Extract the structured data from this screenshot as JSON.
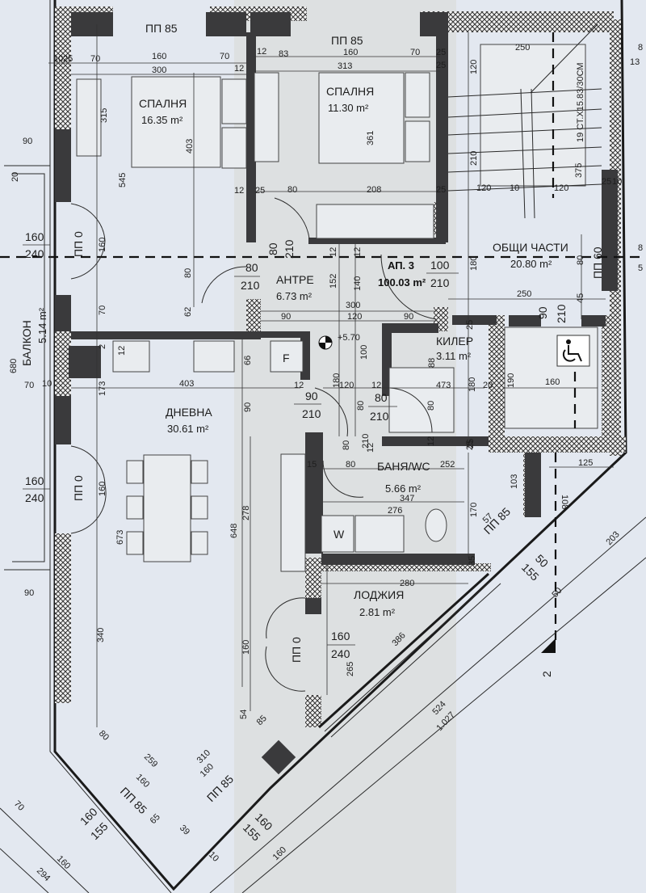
{
  "plan": {
    "apartment": {
      "label": "АП. 3",
      "area": "100.03 m²",
      "door_w": "100",
      "door_h": "210"
    },
    "rooms": [
      {
        "id": "bedroom-1",
        "name": "СПАЛНЯ",
        "area": "16.35 m²"
      },
      {
        "id": "bedroom-2",
        "name": "СПАЛНЯ",
        "area": "11.30 m²"
      },
      {
        "id": "entrance",
        "name": "АНТРЕ",
        "area": "6.73 m²"
      },
      {
        "id": "common-areas",
        "name": "ОБЩИ ЧАСТИ",
        "area": "20.80 m²"
      },
      {
        "id": "pantry",
        "name": "КИЛЕР",
        "area": "3.11 m²"
      },
      {
        "id": "living-room",
        "name": "ДНЕВНА",
        "area": "30.61 m²"
      },
      {
        "id": "bathroom",
        "name": "БАНЯ/WC",
        "area": "5.66 m²"
      },
      {
        "id": "loggia",
        "name": "ЛОДЖИЯ",
        "area": "2.81 m²"
      },
      {
        "id": "balcony",
        "name": "БАЛКОН",
        "area": "5.14 m²"
      }
    ],
    "windows": {
      "pp85": "ПП 85",
      "pp0": "ПП 0",
      "pp60": "ПП 60"
    },
    "stairs_note": "19 СТ.Х15.83/30СМ",
    "elevation": "+5.70",
    "section_marker": "2",
    "appliance_fridge": "F",
    "appliance_washer": "W",
    "doors": {
      "bedroom2_door": [
        "80",
        "210"
      ],
      "entrance_door": [
        "80",
        "210"
      ],
      "living_door": [
        "90",
        "210"
      ],
      "pantry_door": [
        "80",
        "210"
      ],
      "balcony_door_1": [
        "160",
        "240"
      ],
      "balcony_door_2": [
        "160",
        "240"
      ],
      "loggia_door": [
        "160",
        "240"
      ],
      "elevator_door": [
        "90",
        "210"
      ],
      "diag_window_l": [
        "160",
        "155"
      ],
      "diag_window_r": [
        "160",
        "155"
      ],
      "bath_window": [
        "50",
        "155"
      ]
    },
    "dimensions": {
      "top_b1": [
        "10",
        "25",
        "70",
        "160",
        "70",
        "12",
        "300"
      ],
      "top_b2": [
        "12",
        "83",
        "160",
        "70",
        "25",
        "313",
        "25"
      ],
      "b1_vert": [
        "315",
        "403",
        "545"
      ],
      "b2_vert": "361",
      "corridor_top": [
        "12",
        "25",
        "80",
        "208",
        "25"
      ],
      "entrance_vert": [
        "12",
        "12",
        "152",
        "140"
      ],
      "entrance_h": [
        "300",
        "90",
        "120",
        "90"
      ],
      "stairs": [
        "250",
        "120",
        "210",
        "375",
        "120",
        "10",
        "120",
        "25",
        "10",
        "8",
        "13"
      ],
      "common": [
        "180",
        "80",
        "250",
        "45",
        "90",
        "210",
        "8",
        "5"
      ],
      "elevator": [
        "25",
        "20",
        "190",
        "160",
        "180",
        "25"
      ],
      "pantry": [
        "88",
        "473",
        "100",
        "180",
        "120",
        "12",
        "80",
        "80",
        "12",
        "25"
      ],
      "kitchen": [
        "12",
        "66",
        "403",
        "12",
        "90",
        "62",
        "80",
        "70",
        "173",
        "2"
      ],
      "balcony": [
        "90",
        "20",
        "680",
        "70",
        "10",
        "160",
        "160",
        "673"
      ],
      "living": [
        "648",
        "278",
        "160",
        "340",
        "90"
      ],
      "bath": [
        "15",
        "80",
        "252",
        "347",
        "276",
        "170",
        "103",
        "57",
        "85",
        "108",
        "125",
        "35",
        "80",
        "210",
        "12"
      ],
      "loggia": [
        "280",
        "265",
        "386",
        "524",
        "1.027",
        "203",
        "50"
      ],
      "bottom": [
        "80",
        "259",
        "160",
        "65",
        "39",
        "310",
        "160",
        "54",
        "85",
        "10",
        "70",
        "160",
        "294",
        "160"
      ]
    }
  }
}
